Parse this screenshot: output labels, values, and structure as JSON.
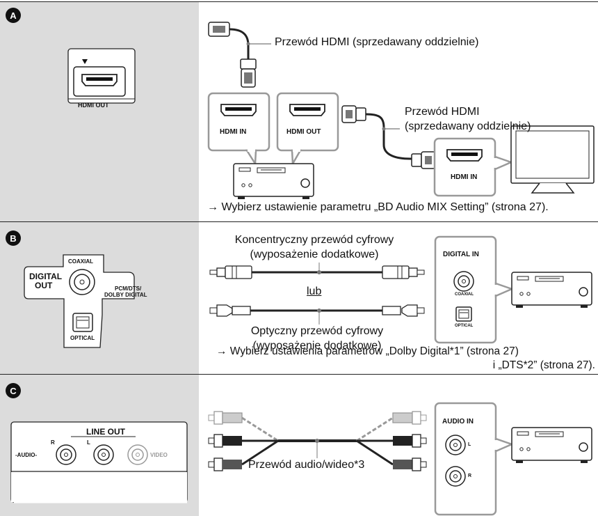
{
  "panels": {
    "a": {
      "badge": "A",
      "hdmi_out": "HDMI OUT",
      "cable1": "Przewód HDMI (sprzedawany oddzielnie)",
      "amp_in": "HDMI IN",
      "amp_out": "HDMI OUT",
      "cable2_line1": "Przewód HDMI",
      "cable2_line2": "(sprzedawany oddzielnie)",
      "tv_in": "HDMI IN",
      "note": "→ Wybierz ustawienie parametru „BD Audio MIX Setting” (strona 27)."
    },
    "b": {
      "badge": "B",
      "digital_out_1": "DIGITAL",
      "digital_out_2": "OUT",
      "coaxial": "COAXIAL",
      "pcm1": "PCM/DTS/",
      "pcm2": "DOLBY DIGITAL",
      "optical": "OPTICAL",
      "coax_cable1": "Koncentryczny przewód cyfrowy",
      "coax_cable2": "(wyposażenie dodatkowe)",
      "or": "lub",
      "opt_cable1": "Optyczny przewód cyfrowy",
      "opt_cable2": "(wyposażenie dodatkowe)",
      "digital_in": "DIGITAL IN",
      "in_coaxial": "COAXIAL",
      "in_optical": "OPTICAL",
      "note_line1": "→ Wybierz ustawienia parametrów „Dolby Digital*1” (strona 27)",
      "note_line2": "i „DTS*2” (strona 27)."
    },
    "c": {
      "badge": "C",
      "line_out": "LINE OUT",
      "audio": "-AUDIO-",
      "r": "R",
      "l": "L",
      "video": "VIDEO",
      "cable": "Przewód audio/wideo*3",
      "audio_in": "AUDIO IN",
      "in_l": "L",
      "in_r": "R"
    }
  }
}
